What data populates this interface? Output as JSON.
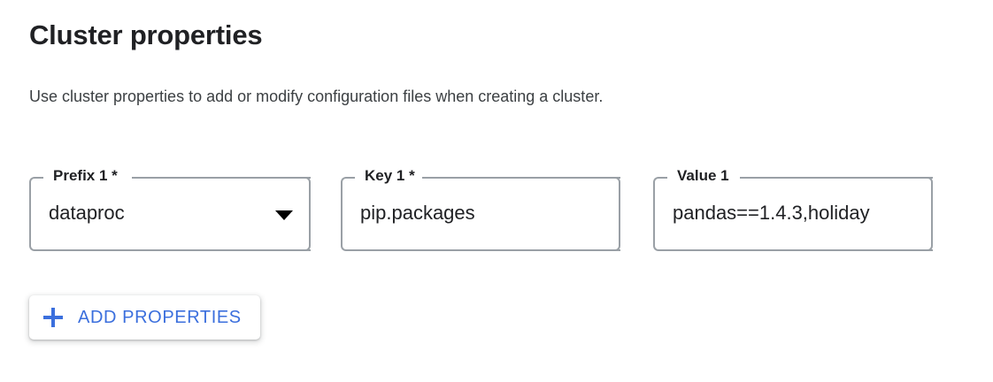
{
  "header": {
    "title": "Cluster properties",
    "description": "Use cluster properties to add or modify configuration files when creating a cluster."
  },
  "form": {
    "fields": [
      {
        "name": "prefix",
        "label": "Prefix 1 *",
        "value": "dataproc",
        "control": "select",
        "icon": "chevron-down-icon"
      },
      {
        "name": "key",
        "label": "Key 1 *",
        "value": "pip.packages",
        "control": "text"
      },
      {
        "name": "value",
        "label": "Value 1",
        "value": "pandas==1.4.3,holiday",
        "control": "text"
      }
    ]
  },
  "actions": {
    "add_properties_label": "ADD PROPERTIES",
    "add_properties_icon": "plus-icon"
  },
  "colors": {
    "accent_blue": "#3b6fdd",
    "text_primary": "#202124",
    "text_secondary": "#3c4043",
    "field_border": "#9aa0a6",
    "background": "#ffffff"
  }
}
